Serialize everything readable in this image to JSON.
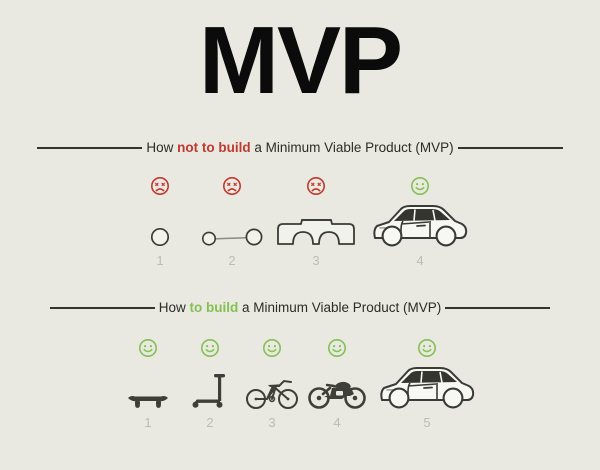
{
  "title": "MVP",
  "colors": {
    "background": "#e9e9e1",
    "title": "#0b0b0b",
    "rule": "#353530",
    "bad_accent": "#c0392f",
    "good_accent": "#84c054",
    "number": "#bcbcb4",
    "outline": "#3b3b36"
  },
  "sections": [
    {
      "id": "bad",
      "header": {
        "prefix": "How ",
        "accent": "not to build",
        "suffix": " a Minimum Viable Product (MVP)",
        "accent_kind": "bad"
      },
      "steps": [
        {
          "number": "1",
          "face": "sad-face-icon",
          "face_mood": "sad",
          "art": "wheel-icon",
          "art_label": "single wheel"
        },
        {
          "number": "2",
          "face": "sad-face-icon",
          "face_mood": "sad",
          "art": "axle-wheels-icon",
          "art_label": "two wheels on an axle"
        },
        {
          "number": "3",
          "face": "sad-face-icon",
          "face_mood": "sad",
          "art": "car-chassis-icon",
          "art_label": "car chassis"
        },
        {
          "number": "4",
          "face": "happy-face-icon",
          "face_mood": "happy",
          "art": "car-icon",
          "art_label": "finished car"
        }
      ]
    },
    {
      "id": "good",
      "header": {
        "prefix": "How ",
        "accent": "to build",
        "suffix": " a Minimum Viable Product (MVP)",
        "accent_kind": "good"
      },
      "steps": [
        {
          "number": "1",
          "face": "happy-face-icon",
          "face_mood": "happy",
          "art": "skateboard-icon",
          "art_label": "skateboard"
        },
        {
          "number": "2",
          "face": "happy-face-icon",
          "face_mood": "happy",
          "art": "kick-scooter-icon",
          "art_label": "kick scooter"
        },
        {
          "number": "3",
          "face": "happy-face-icon",
          "face_mood": "happy",
          "art": "bicycle-icon",
          "art_label": "bicycle"
        },
        {
          "number": "4",
          "face": "happy-face-icon",
          "face_mood": "happy",
          "art": "motorcycle-icon",
          "art_label": "motorcycle"
        },
        {
          "number": "5",
          "face": "happy-face-icon",
          "face_mood": "happy",
          "art": "car-icon",
          "art_label": "car"
        }
      ]
    }
  ]
}
